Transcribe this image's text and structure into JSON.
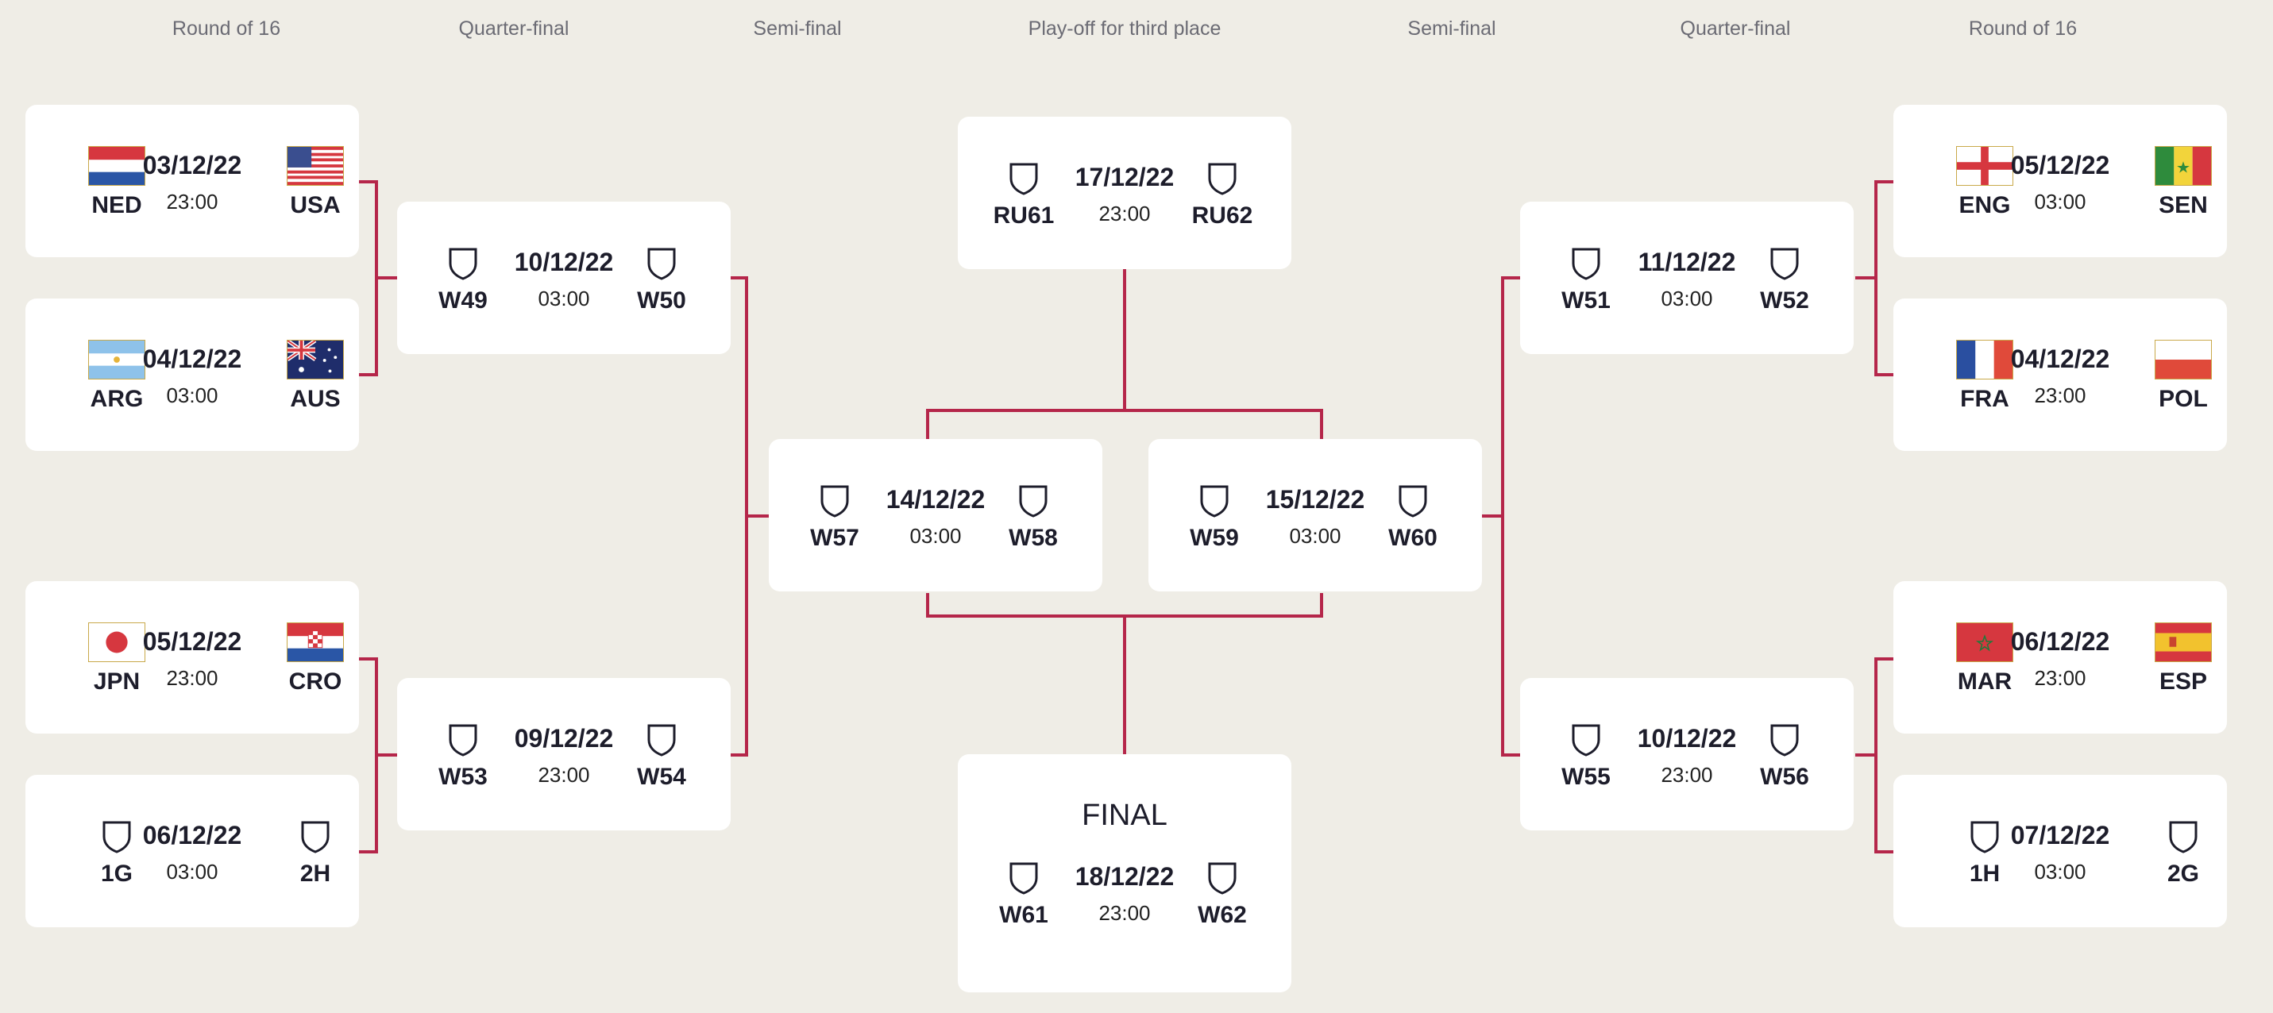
{
  "headers": {
    "left_r16": "Round of 16",
    "left_qf": "Quarter-final",
    "left_sf": "Semi-final",
    "third": "Play-off for third place",
    "right_sf": "Semi-final",
    "right_qf": "Quarter-final",
    "right_r16": "Round of 16"
  },
  "matches": {
    "r16_1": {
      "home": "NED",
      "away": "USA",
      "date": "03/12/22",
      "time": "23:00",
      "home_icon": "netherlands-flag",
      "away_icon": "usa-flag"
    },
    "r16_2": {
      "home": "ARG",
      "away": "AUS",
      "date": "04/12/22",
      "time": "03:00",
      "home_icon": "argentina-flag",
      "away_icon": "australia-flag"
    },
    "r16_3": {
      "home": "JPN",
      "away": "CRO",
      "date": "05/12/22",
      "time": "23:00",
      "home_icon": "japan-flag",
      "away_icon": "croatia-flag"
    },
    "r16_4": {
      "home": "1G",
      "away": "2H",
      "date": "06/12/22",
      "time": "03:00",
      "home_icon": "shield-icon",
      "away_icon": "shield-icon"
    },
    "r16_5": {
      "home": "ENG",
      "away": "SEN",
      "date": "05/12/22",
      "time": "03:00",
      "home_icon": "england-flag",
      "away_icon": "senegal-flag"
    },
    "r16_6": {
      "home": "FRA",
      "away": "POL",
      "date": "04/12/22",
      "time": "23:00",
      "home_icon": "france-flag",
      "away_icon": "poland-flag"
    },
    "r16_7": {
      "home": "MAR",
      "away": "ESP",
      "date": "06/12/22",
      "time": "23:00",
      "home_icon": "morocco-flag",
      "away_icon": "spain-flag"
    },
    "r16_8": {
      "home": "1H",
      "away": "2G",
      "date": "07/12/22",
      "time": "03:00",
      "home_icon": "shield-icon",
      "away_icon": "shield-icon"
    },
    "qf_1": {
      "home": "W49",
      "away": "W50",
      "date": "10/12/22",
      "time": "03:00"
    },
    "qf_2": {
      "home": "W53",
      "away": "W54",
      "date": "09/12/22",
      "time": "23:00"
    },
    "qf_3": {
      "home": "W51",
      "away": "W52",
      "date": "11/12/22",
      "time": "03:00"
    },
    "qf_4": {
      "home": "W55",
      "away": "W56",
      "date": "10/12/22",
      "time": "23:00"
    },
    "sf_1": {
      "home": "W57",
      "away": "W58",
      "date": "14/12/22",
      "time": "03:00"
    },
    "sf_2": {
      "home": "W59",
      "away": "W60",
      "date": "15/12/22",
      "time": "03:00"
    },
    "third": {
      "home": "RU61",
      "away": "RU62",
      "date": "17/12/22",
      "time": "23:00"
    },
    "final": {
      "label": "FINAL",
      "home": "W61",
      "away": "W62",
      "date": "18/12/22",
      "time": "23:00"
    }
  },
  "colors": {
    "background": "#efede6",
    "card": "#ffffff",
    "connector": "#b5264a",
    "header_text": "#6b6b74"
  }
}
